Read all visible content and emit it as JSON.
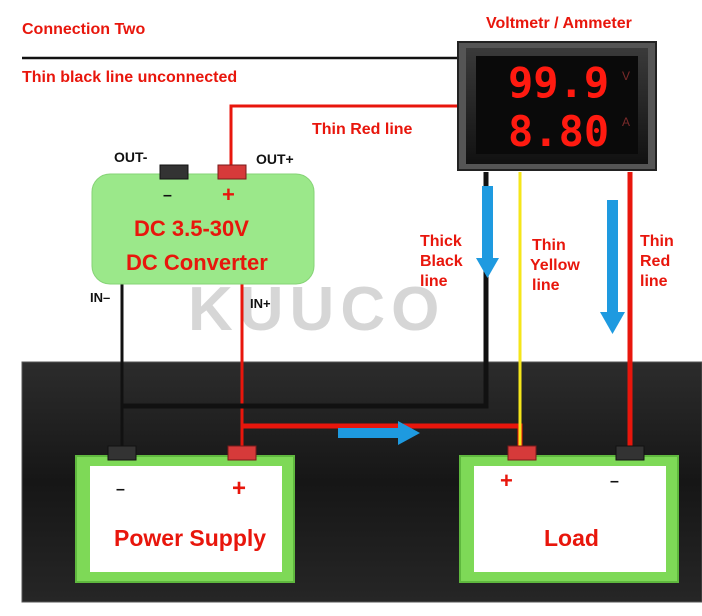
{
  "header": {
    "connection_title": "Connection Two",
    "black_line_note": "Thin black line unconnected",
    "meter_title": "Voltmetr / Ammeter"
  },
  "meter": {
    "voltage_reading": "99.9",
    "current_reading": "8.80",
    "voltage_unit": "V",
    "current_unit": "A"
  },
  "converter": {
    "line1": "DC 3.5-30V",
    "line2": "DC Converter",
    "out_minus_label": "OUT-",
    "out_plus_label": "OUT+",
    "in_minus_label": "IN–",
    "in_plus_label": "IN+",
    "minus_sign": "–",
    "plus_sign": "+"
  },
  "wires": {
    "thin_red_top": "Thin Red line",
    "thick_black": [
      "Thick",
      "Black",
      "line"
    ],
    "thin_yellow": [
      "Thin",
      "Yellow",
      "line"
    ],
    "thin_red_right": [
      "Thin",
      "Red",
      "line"
    ]
  },
  "power_supply": {
    "label": "Power Supply",
    "minus_sign": "–",
    "plus_sign": "+"
  },
  "load": {
    "label": "Load",
    "plus_sign": "+",
    "minus_sign": "–"
  },
  "watermark": "KUUCO",
  "colors": {
    "label_red": "#e8160c",
    "wire_red": "#e8160c",
    "wire_black": "#111111",
    "wire_yellow": "#f5e61a",
    "arrow_blue": "#1e9ae0",
    "box_green": "#9be88a",
    "battery_green": "#7ed957",
    "base_dark": "#1a1a1a"
  }
}
